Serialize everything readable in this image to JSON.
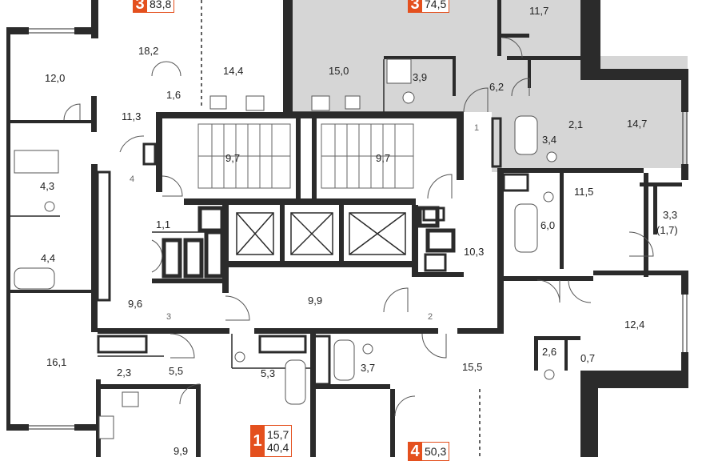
{
  "rooms": {
    "r18_2": "18,2",
    "r14_4": "14,4",
    "r15_0": "15,0",
    "r3_9": "3,9",
    "r6_2": "6,2",
    "r11_7": "11,7",
    "r12_0": "12,0",
    "r1_6": "1,6",
    "r11_3": "11,3",
    "r9_7a": "9,7",
    "r9_7b": "9,7",
    "r2_1": "2,1",
    "r14_7": "14,7",
    "r3_4": "3,4",
    "r4_3": "4,3",
    "r11_5": "11,5",
    "r3_3": "3,3",
    "r1_7": "(1,7)",
    "r6_0": "6,0",
    "r1_1": "1,1",
    "r4_4": "4,4",
    "r10_3": "10,3",
    "r9_6": "9,6",
    "r9_9a": "9,9",
    "r12_4": "12,4",
    "r16_1": "16,1",
    "r2_3": "2,3",
    "r5_5": "5,5",
    "r5_3": "5,3",
    "r3_7": "3,7",
    "r15_5": "15,5",
    "r2_6": "2,6",
    "r0_7": "0,7",
    "r9_9b": "9,9"
  },
  "entrance_numbers": {
    "e1": "1",
    "e2": "2",
    "e3": "3",
    "e4": "4"
  },
  "apartments": [
    {
      "rooms": "3",
      "area_lines": [
        "83,8"
      ]
    },
    {
      "rooms": "3",
      "area_lines": [
        "74,5"
      ]
    },
    {
      "rooms": "1",
      "area_lines": [
        "15,7",
        "40,4"
      ]
    },
    {
      "rooms": "4",
      "area_lines": [
        "50,3"
      ]
    }
  ],
  "colors": {
    "wall": "#2b2b2b",
    "highlight": "#d6d6d6",
    "badge": "#e4501e",
    "fixture": "#555555"
  }
}
